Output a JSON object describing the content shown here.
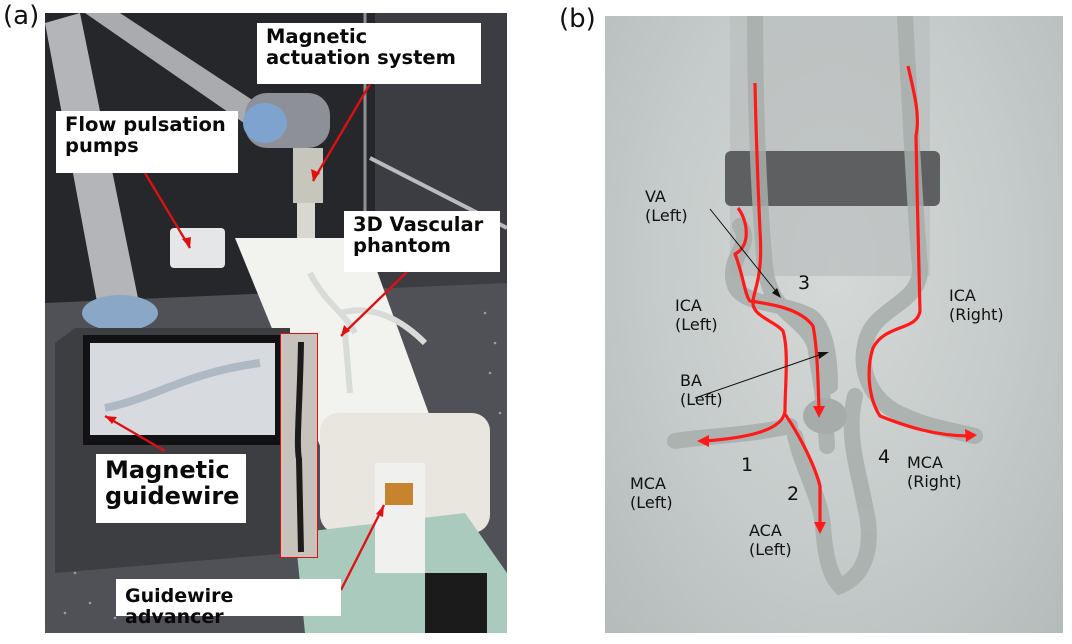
{
  "figure": {
    "panels": [
      {
        "letter": "(a)",
        "description": "Experimental setup photograph",
        "labels": {
          "magnetic_actuation_system": "Magnetic actuation system",
          "flow_pulsation_pumps": "Flow pulsation pumps",
          "vascular_phantom": "3D Vascular phantom",
          "magnetic_guidewire": "Magnetic guidewire",
          "guidewire_advancer": "Guidewire advancer"
        }
      },
      {
        "letter": "(b)",
        "description": "3D vascular phantom with navigation paths",
        "vessel_labels": {
          "va_left": "VA\n(Left)",
          "ica_left": "ICA\n(Left)",
          "ica_right": "ICA\n(Right)",
          "ba_left": "BA\n(Left)",
          "mca_left": "MCA\n(Left)",
          "mca_right": "MCA\n(Right)",
          "aca_left": "ACA\n(Left)"
        },
        "path_numbers": {
          "p1": "1",
          "p2": "2",
          "p3": "3",
          "p4": "4"
        }
      }
    ],
    "colors": {
      "path_red": "#ff1a1a",
      "annotation_arrow": "#e01010",
      "label_box": "#ffffff"
    }
  }
}
